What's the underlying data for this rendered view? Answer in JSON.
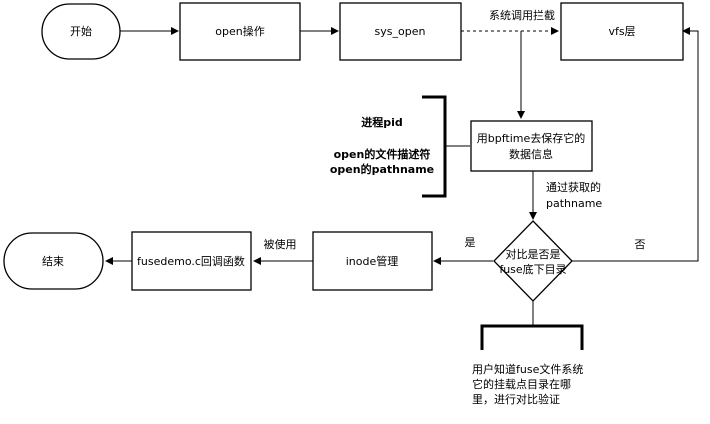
{
  "nodes": {
    "start": "开始",
    "open_op": "open操作",
    "sys_open": "sys_open",
    "vfs": "vfs层",
    "bpf": [
      "用bpftime去保存它的",
      "数据信息"
    ],
    "decision": [
      "对比是否是",
      "fuse底下目录"
    ],
    "inode": "inode管理",
    "callback": "fusedemo.c回调函数",
    "end": "结束"
  },
  "labels": {
    "intercept": "系统调用拦截",
    "obtain": [
      "通过获取的",
      "pathname"
    ],
    "yes": "是",
    "no": "否",
    "used": "被使用"
  },
  "notes": {
    "bpf_info": [
      "进程pid",
      "open的文件描述符",
      "open的pathname"
    ],
    "user_info": [
      "用户知道fuse文件系统",
      "它的挂载点目录在哪",
      "里，进行对比验证"
    ]
  }
}
